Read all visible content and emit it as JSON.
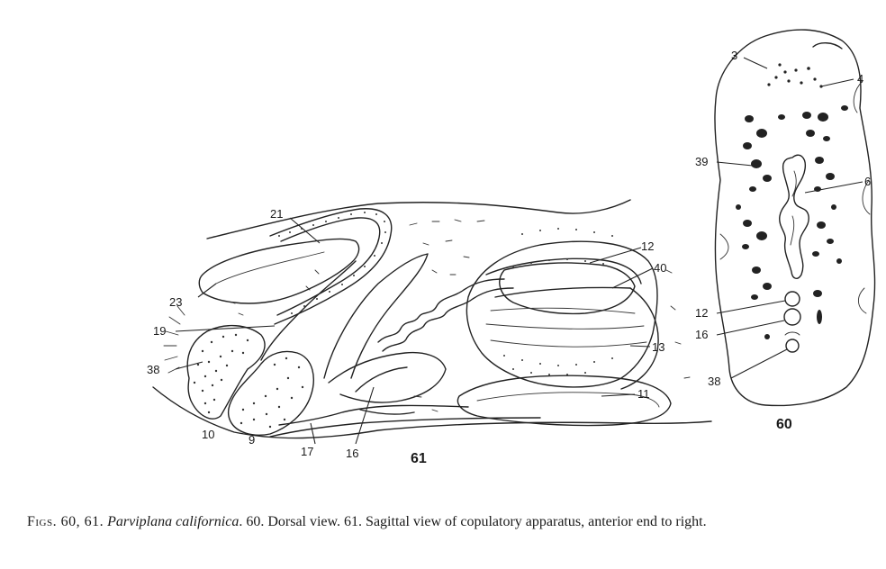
{
  "figure_61": {
    "number": "61",
    "labels": [
      "21",
      "23",
      "19",
      "38",
      "10",
      "9",
      "17",
      "16",
      "12",
      "40",
      "13",
      "11"
    ]
  },
  "figure_60": {
    "number": "60",
    "labels": [
      "3",
      "4",
      "39",
      "6",
      "12",
      "16",
      "38"
    ]
  },
  "caption": {
    "figs": "Figs. 60, 61.",
    "species": "Parviplana californica",
    "text": ". 60. Dorsal view. 61. Sagittal view of copulatory apparatus, anterior end to right."
  }
}
